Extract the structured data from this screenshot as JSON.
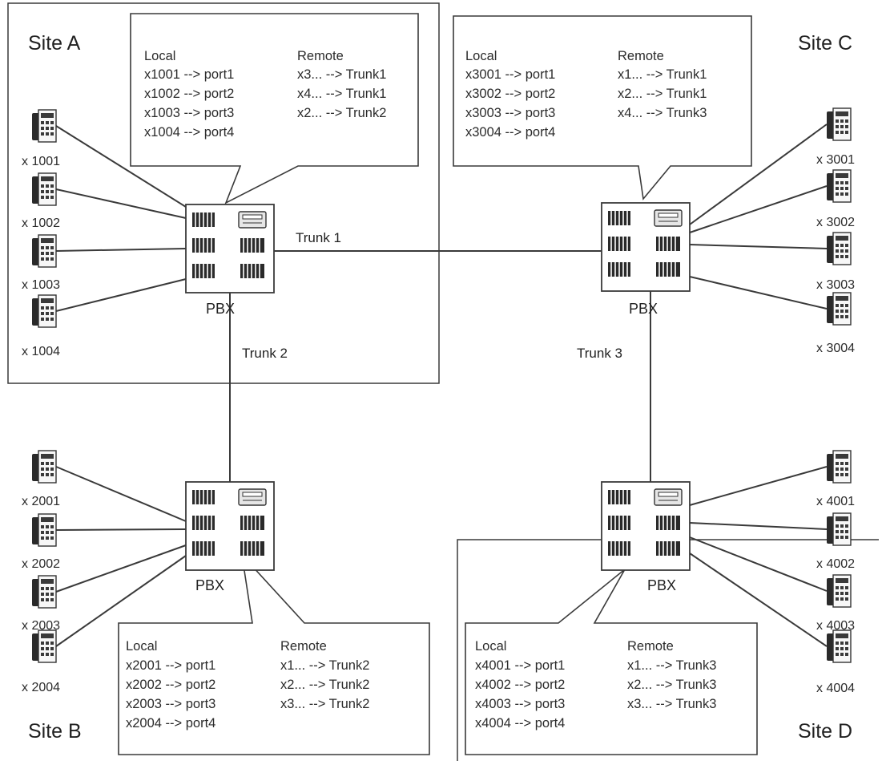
{
  "sites": [
    {
      "id": "A",
      "label": "Site A"
    },
    {
      "id": "B",
      "label": "Site B"
    },
    {
      "id": "C",
      "label": "Site C"
    },
    {
      "id": "D",
      "label": "Site D"
    }
  ],
  "pbx_label": "PBX",
  "trunks": [
    {
      "id": "trunk1",
      "label": "Trunk 1"
    },
    {
      "id": "trunk2",
      "label": "Trunk 2"
    },
    {
      "id": "trunk3",
      "label": "Trunk 3"
    }
  ],
  "extensions": {
    "A": [
      "x 1001",
      "x 1002",
      "x 1003",
      "x 1004"
    ],
    "B": [
      "x 2001",
      "x 2002",
      "x 2003",
      "x 2004"
    ],
    "C": [
      "x 3001",
      "x 3002",
      "x 3003",
      "x 3004"
    ],
    "D": [
      "x 4001",
      "x 4002",
      "x 4003",
      "x 4004"
    ]
  },
  "tables": {
    "A": {
      "local_header": "Local",
      "remote_header": "Remote",
      "local": [
        "x1001 --> port1",
        "x1002 --> port2",
        "x1003 --> port3",
        "x1004 --> port4"
      ],
      "remote": [
        "x3... --> Trunk1",
        "x4... --> Trunk1",
        "x2... --> Trunk2"
      ]
    },
    "B": {
      "local_header": "Local",
      "remote_header": "Remote",
      "local": [
        "x2001 --> port1",
        "x2002 --> port2",
        "x2003 --> port3",
        "x2004 --> port4"
      ],
      "remote": [
        "x1... --> Trunk2",
        "x2... --> Trunk2",
        "x3... --> Trunk2"
      ]
    },
    "C": {
      "local_header": "Local",
      "remote_header": "Remote",
      "local": [
        "x3001 --> port1",
        "x3002 --> port2",
        "x3003 --> port3",
        "x3004 --> port4"
      ],
      "remote": [
        "x1... --> Trunk1",
        "x2... --> Trunk1",
        "x4... --> Trunk3"
      ]
    },
    "D": {
      "local_header": "Local",
      "remote_header": "Remote",
      "local": [
        "x4001 --> port1",
        "x4002 --> port2",
        "x4003 --> port3",
        "x4004 --> port4"
      ],
      "remote": [
        "x1... --> Trunk3",
        "x2... --> Trunk3",
        "x3... --> Trunk3"
      ]
    }
  }
}
